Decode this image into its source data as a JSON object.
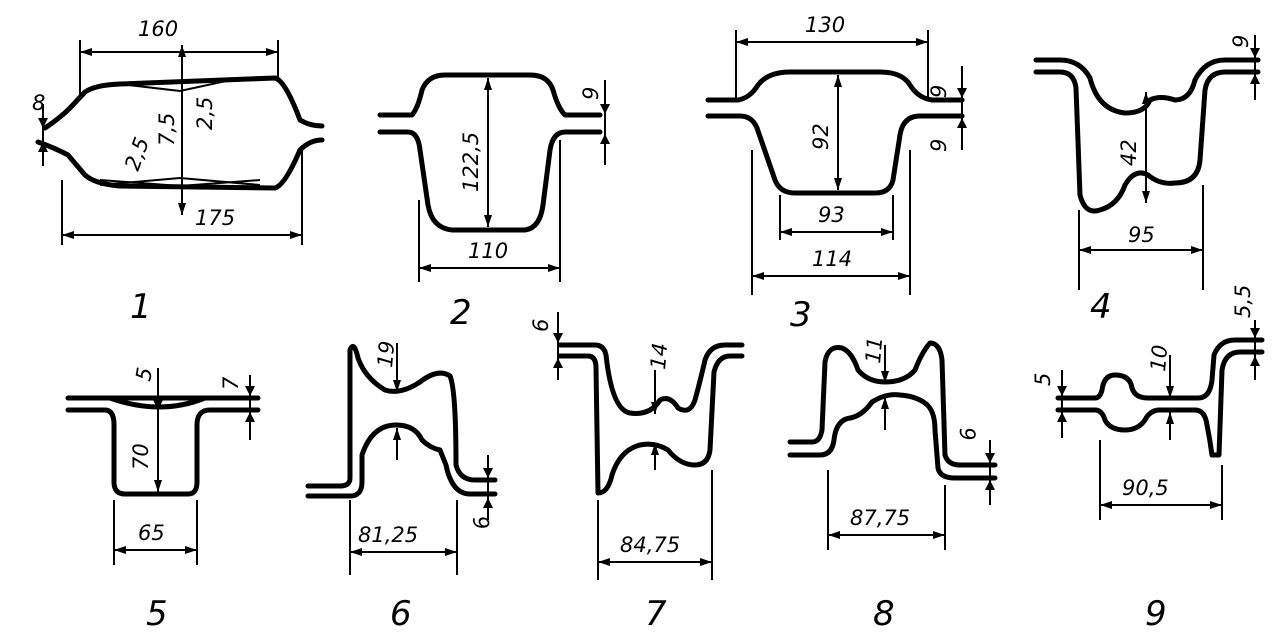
{
  "figures": [
    {
      "number": "1",
      "dims": {
        "top_width": "160",
        "bottom_width": "175",
        "left_gap": "8",
        "height": "7,5",
        "dent_right": "2,5",
        "dent_left": "2,5"
      }
    },
    {
      "number": "2",
      "dims": {
        "height": "122,5",
        "gap": "9",
        "bottom_width": "110"
      }
    },
    {
      "number": "3",
      "dims": {
        "top_width": "130",
        "height": "92",
        "gap_top": "9",
        "gap_bottom": "9",
        "inner_width": "93",
        "bottom_width": "114"
      }
    },
    {
      "number": "4",
      "dims": {
        "gap": "9",
        "height": "42",
        "bottom_width": "95"
      }
    },
    {
      "number": "5",
      "dims": {
        "dip": "5",
        "gap": "7",
        "height": "70",
        "bottom_width": "65"
      }
    },
    {
      "number": "6",
      "dims": {
        "height": "19",
        "gap": "6",
        "bottom_width": "81,25"
      }
    },
    {
      "number": "7",
      "dims": {
        "gap": "6",
        "height": "14",
        "bottom_width": "84,75"
      }
    },
    {
      "number": "8",
      "dims": {
        "height": "11",
        "gap": "6",
        "bottom_width": "87,75"
      }
    },
    {
      "number": "9",
      "dims": {
        "gap_left": "5",
        "height": "10",
        "gap_right": "5,5",
        "bottom_width": "90,5"
      }
    }
  ]
}
